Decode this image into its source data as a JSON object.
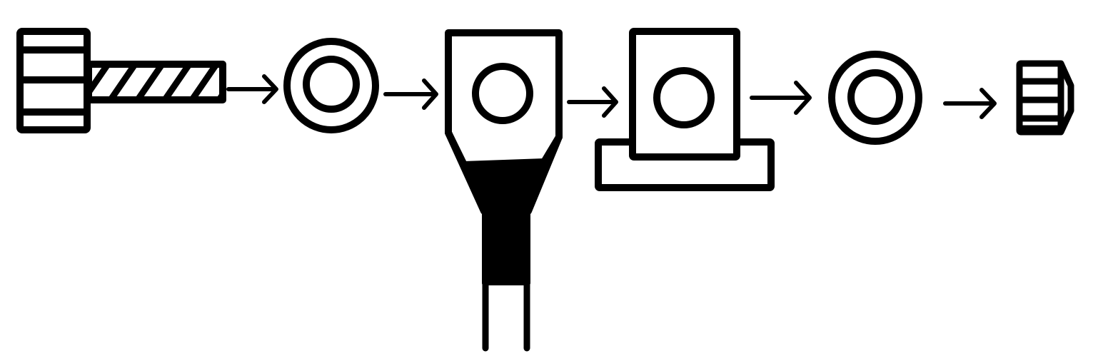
{
  "diagram": {
    "kind": "assembly-sequence",
    "colors": {
      "ink": "#000000",
      "paper": "#ffffff"
    },
    "steps": [
      {
        "part": "bolt",
        "icon": "bolt-icon"
      },
      {
        "part": "washer",
        "icon": "washer-icon"
      },
      {
        "part": "ring-terminal-lug",
        "icon": "crimp-lug-icon"
      },
      {
        "part": "terminal-block",
        "icon": "terminal-block-icon"
      },
      {
        "part": "washer",
        "icon": "washer-icon"
      },
      {
        "part": "nut",
        "icon": "nut-icon"
      }
    ],
    "connectors": [
      {
        "icon": "arrow-right-icon"
      },
      {
        "icon": "arrow-right-icon"
      },
      {
        "icon": "arrow-right-icon"
      },
      {
        "icon": "arrow-right-icon"
      },
      {
        "icon": "arrow-right-icon"
      }
    ]
  }
}
